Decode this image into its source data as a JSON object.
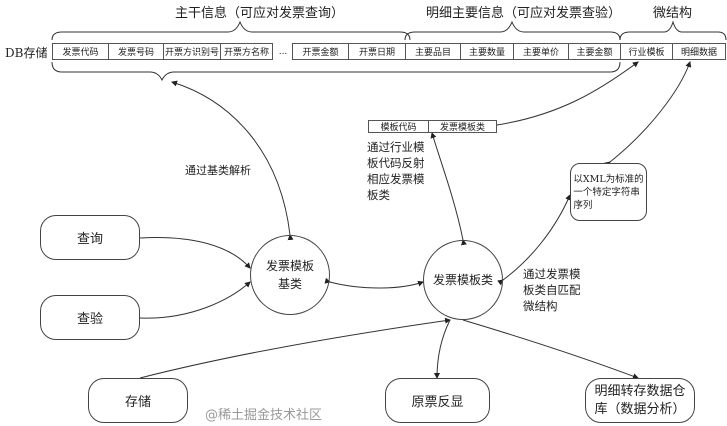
{
  "headers": {
    "main": "主干信息（可应对发票查询）",
    "detail": "明细主要信息（可应对发票查验）",
    "micro": "微结构"
  },
  "db_label": "DB存储",
  "fields": [
    "发票代码",
    "发票号码",
    "开票方识别号",
    "开票方名称",
    "...",
    "开票金额",
    "开票日期",
    "主要品目",
    "主要数量",
    "主要单价",
    "主要金额",
    "行业模板",
    "明细数据"
  ],
  "template_table": [
    "模板代码",
    "发票模板类"
  ],
  "notes": {
    "reflect": "通过行业模\n板代码反射\n相应发票模\n板类",
    "base_parse": "通过基类解析",
    "match": "通过发票模\n板类自匹配\n微结构",
    "xml": "以XML为标准的\n一个特定字符串\n序列"
  },
  "nodes": {
    "query": "查询",
    "verify": "查验",
    "store": "存储",
    "display": "原票反显",
    "warehouse": "明细转存数据仓库（数据分析）",
    "base_class": "发票模板基类",
    "template_class": "发票模板类"
  },
  "watermark": "@稀土掘金技术社区"
}
